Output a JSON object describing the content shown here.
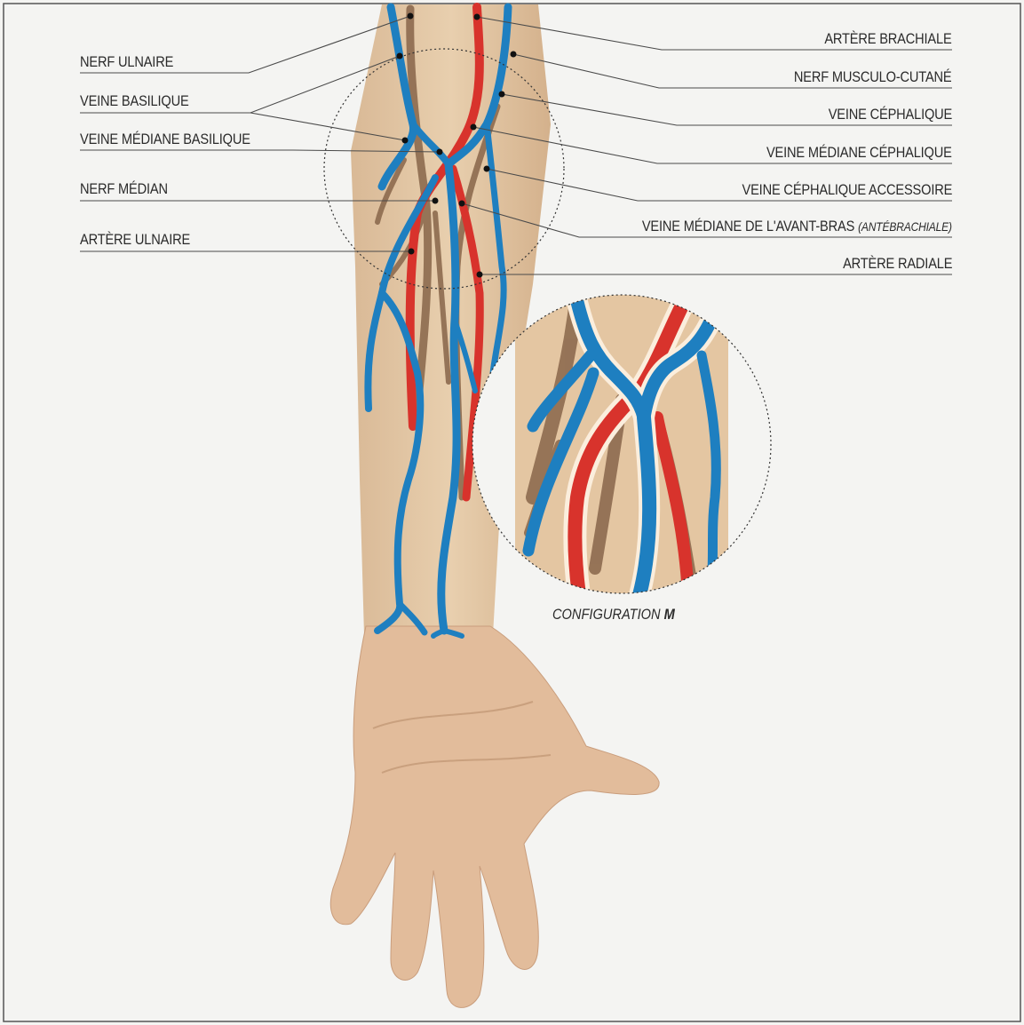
{
  "labels_left": [
    {
      "id": "nerf-ulnaire",
      "text": "NERF ULNAIRE"
    },
    {
      "id": "veine-basilique",
      "text": "VEINE BASILIQUE"
    },
    {
      "id": "veine-mediane-basilique",
      "text": "VEINE MÉDIANE BASILIQUE"
    },
    {
      "id": "nerf-median",
      "text": "NERF MÉDIAN"
    },
    {
      "id": "artere-ulnaire",
      "text": "ARTÈRE ULNAIRE"
    }
  ],
  "labels_right": [
    {
      "id": "artere-brachiale",
      "text": "ARTÈRE BRACHIALE"
    },
    {
      "id": "nerf-musculo-cutane",
      "text": "NERF MUSCULO-CUTANÉ"
    },
    {
      "id": "veine-cephalique",
      "text": "VEINE CÉPHALIQUE"
    },
    {
      "id": "veine-mediane-cephalique",
      "text": "VEINE MÉDIANE CÉPHALIQUE"
    },
    {
      "id": "veine-cephalique-accessoire",
      "text": "VEINE CÉPHALIQUE ACCESSOIRE"
    },
    {
      "id": "veine-mediane-avant-bras",
      "text": "VEINE MÉDIANE DE L'AVANT-BRAS",
      "suffix": "(ANTÉBRACHIALE)"
    },
    {
      "id": "artere-radiale",
      "text": "ARTÈRE RADIALE"
    }
  ],
  "caption": {
    "text": "CONFIGURATION",
    "emphasis": "M"
  },
  "colors": {
    "vein": "#1e7fc0",
    "artery": "#d8332c",
    "nerve": "#8d6b4f",
    "skin": "#e6c9a6",
    "background": "#f4f4f2",
    "line": "#4a4a4a"
  }
}
